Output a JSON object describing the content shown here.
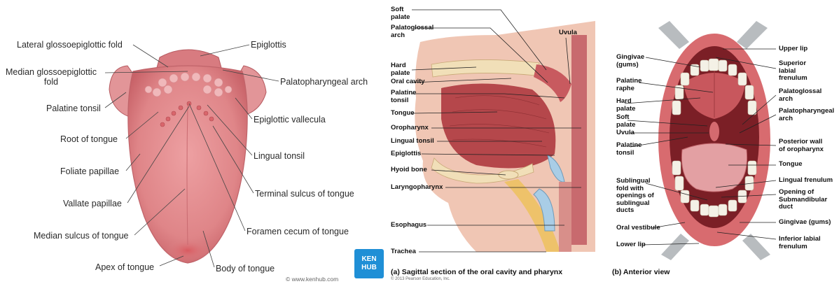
{
  "tongue_panel": {
    "labels_left": [
      "Lateral glossoepiglottic fold",
      "Median glossoepiglottic\nfold",
      "Palatine tonsil",
      "Root of tongue",
      "Foliate papillae",
      "Vallate papillae",
      "Median sulcus of tongue",
      "Apex of tongue"
    ],
    "labels_right": [
      "Epiglottis",
      "Palatopharyngeal arch",
      "Epiglottic vallecula",
      "Lingual tonsil",
      "Terminal sulcus of tongue",
      "Foramen cecum of tongue",
      "Body of tongue"
    ],
    "credit": "© www.kenhub.com"
  },
  "logo": {
    "line1": "KEN",
    "line2": "HUB"
  },
  "sagittal_panel": {
    "labels": [
      "Soft\npalate",
      "Palatoglossal\narch",
      "Uvula",
      "Hard\npalate",
      "Oral cavity",
      "Palatine\ntonsil",
      "Tongue",
      "Oropharynx",
      "Lingual tonsil",
      "Epiglottis",
      "Hyoid bone",
      "Laryngopharynx",
      "Esophagus",
      "Trachea"
    ],
    "caption": "(a) Sagittal section of the oral cavity and pharynx",
    "copyright": "© 2013 Pearson Education, Inc."
  },
  "anterior_panel": {
    "labels_left": [
      "Gingivae\n(gums)",
      "Palatine\nraphe",
      "Hard\npalate",
      "Soft\npalate",
      "Uvula",
      "Palatine\ntonsil",
      "Sublingual\nfold with\nopenings of\nsublingual\nducts",
      "Oral vestibule",
      "Lower lip"
    ],
    "labels_right": [
      "Upper lip",
      "Superior\nlabial\nfrenulum",
      "Palatoglossal\narch",
      "Palatopharyngeal\narch",
      "Posterior wall\nof oropharynx",
      "Tongue",
      "Lingual frenulum",
      "Opening of\nSubmandibular\nduct",
      "Gingivae (gums)",
      "Inferior labial\nfrenulum"
    ],
    "caption": "(b) Anterior view"
  },
  "colors": {
    "tongue": "#e28c8f",
    "tongue_dark": "#c9696e",
    "muscle": "#b5474b",
    "bone": "#f1dfb8",
    "fat": "#eec26a",
    "cartilage": "#a9cde6",
    "teeth": "#f4f1e6",
    "kenhub": "#1f8fd6"
  }
}
